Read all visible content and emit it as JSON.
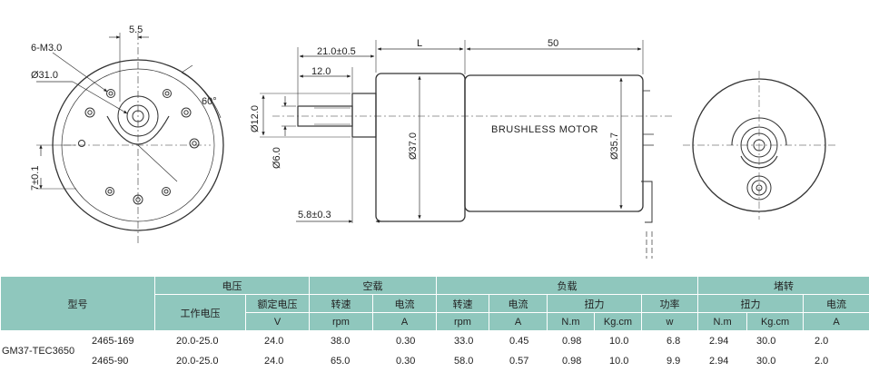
{
  "drawing": {
    "front_view": {
      "dim_top": "5.5",
      "holes": "6-M3.0",
      "pcd": "Ø31.0",
      "angle": "60°",
      "offset": "7±0.1"
    },
    "side_view": {
      "len_gear": "21.0±0.5",
      "len_shaft": "12.0",
      "len_l": "L",
      "len_motor": "50",
      "dia_boss": "Ø12.0",
      "dia_shaft": "Ø6.0",
      "dia_gearbox": "Ø37.0",
      "dia_motor": "Ø35.7",
      "boss_len": "5.8±0.3",
      "motor_label": "BRUSHLESS MOTOR"
    }
  },
  "table": {
    "model_header": "型号",
    "voltage_header": "电压",
    "working_voltage": "工作电压",
    "rated_voltage": "额定电压",
    "no_load": "空载",
    "load": "负载",
    "stall": "堵转",
    "speed": "转速",
    "current": "电流",
    "torque": "扭力",
    "power": "功率",
    "units": {
      "v": "V",
      "rpm1": "rpm",
      "a1": "A",
      "rpm2": "rpm",
      "a2": "A",
      "nm1": "N.m",
      "kgcm1": "Kg.cm",
      "w": "w",
      "nm2": "N.m",
      "kgcm2": "Kg.cm",
      "a3": "A"
    },
    "model_name": "GM37-TEC3650",
    "rows": [
      {
        "code": "2465-169",
        "working_v": "20.0-25.0",
        "rated_v": "24.0",
        "nl_speed": "38.0",
        "nl_current": "0.30",
        "l_speed": "33.0",
        "l_current": "0.45",
        "l_torque_nm": "0.98",
        "l_torque_kgcm": "10.0",
        "l_power": "6.8",
        "s_torque_nm": "2.94",
        "s_torque_kgcm": "30.0",
        "s_current": "2.0"
      },
      {
        "code": "2465-90",
        "working_v": "20.0-25.0",
        "rated_v": "24.0",
        "nl_speed": "65.0",
        "nl_current": "0.30",
        "l_speed": "58.0",
        "l_current": "0.57",
        "l_torque_nm": "0.98",
        "l_torque_kgcm": "10.0",
        "l_power": "9.9",
        "s_torque_nm": "2.94",
        "s_torque_kgcm": "30.0",
        "s_current": "2.0"
      }
    ]
  }
}
